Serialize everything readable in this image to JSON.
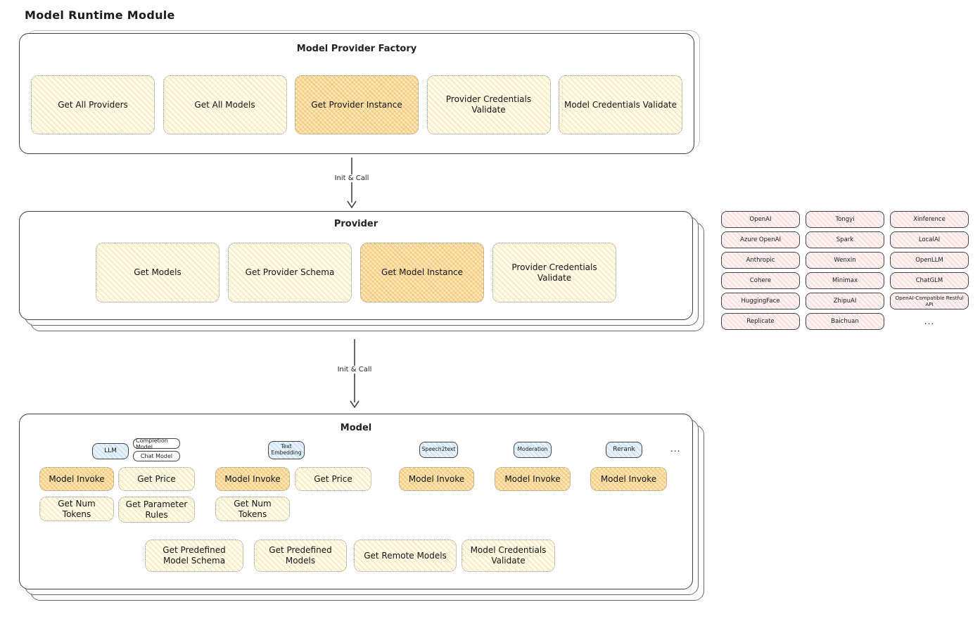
{
  "title": "Model Runtime Module",
  "arrows": {
    "init_call_1": "Init & Call",
    "init_call_2": "Init & Call"
  },
  "factory": {
    "title": "Model Provider Factory",
    "boxes": [
      {
        "label": "Get All Providers",
        "highlight": false
      },
      {
        "label": "Get All Models",
        "highlight": false
      },
      {
        "label": "Get Provider Instance",
        "highlight": true
      },
      {
        "label": "Provider Credentials Validate",
        "highlight": false
      },
      {
        "label": "Model Credentials Validate",
        "highlight": false
      }
    ]
  },
  "provider": {
    "title": "Provider",
    "boxes": [
      {
        "label": "Get Models",
        "highlight": false
      },
      {
        "label": "Get Provider Schema",
        "highlight": false
      },
      {
        "label": "Get Model Instance",
        "highlight": true
      },
      {
        "label": "Provider Credentials Validate",
        "highlight": false
      }
    ]
  },
  "providers": {
    "rows": [
      [
        "OpenAI",
        "Tongyi",
        "Xinference"
      ],
      [
        "Azure OpenAI",
        "Spark",
        "LocalAI"
      ],
      [
        "Anthropic",
        "Wenxin",
        "OpenLLM"
      ],
      [
        "Cohere",
        "Minimax",
        "ChatGLM"
      ],
      [
        "HuggingFace",
        "ZhipuAI",
        "OpenAI-Compatible Restful API"
      ],
      [
        "Replicate",
        "Baichuan",
        "..."
      ]
    ]
  },
  "model": {
    "title": "Model",
    "tags": [
      "LLM",
      "Completion Model",
      "Chat Model",
      "Text Embedding",
      "Speech2text",
      "Moderation",
      "Rerank",
      "..."
    ],
    "labels": {
      "model_invoke": "Model Invoke",
      "get_price": "Get Price",
      "get_num_tokens": "Get Num Tokens",
      "get_parameter_rules": "Get Parameter Rules",
      "get_predefined_model_schema": "Get Predefined Model Schema",
      "get_predefined_models": "Get Predefined Models",
      "get_remote_models": "Get Remote Models",
      "model_credentials_validate": "Model Credentials Validate"
    }
  },
  "colors": {
    "box_cream": "#fefbe8",
    "box_highlight": "#fbe7b9",
    "chip_pink": "#fdf1f1",
    "tag_blue": "#e7f2fb",
    "container_border": "#3f3f3f"
  }
}
